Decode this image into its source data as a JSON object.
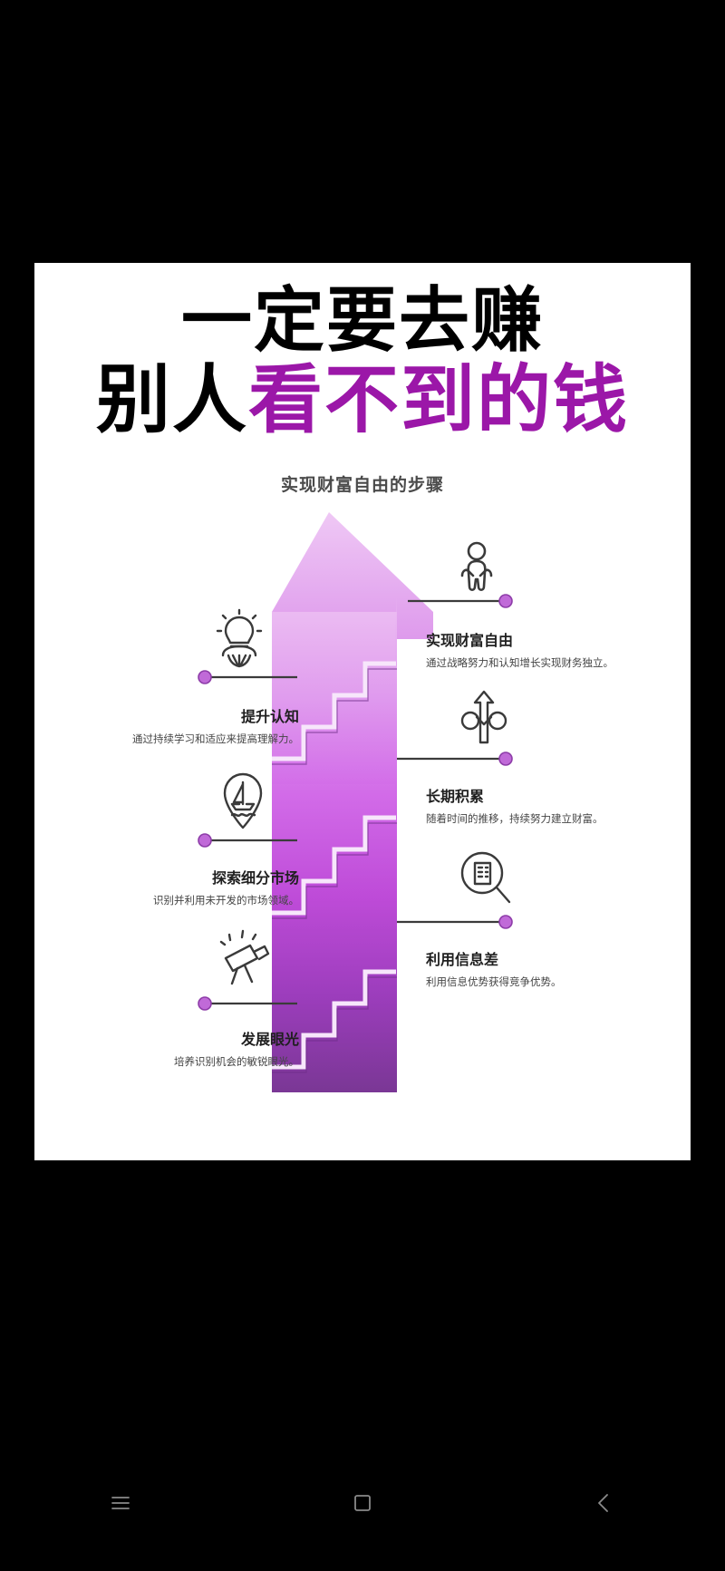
{
  "headline": {
    "line1": "一定要去赚",
    "line2_black": "别人",
    "line2_accent": "看不到的钱",
    "accent_color": "#9B17A8"
  },
  "subtitle": "实现财富自由的步骤",
  "steps": [
    {
      "id": "step-1",
      "side": "right",
      "icon": "person-celebrating-icon",
      "title": "实现财富自由",
      "desc": "通过战略努力和认知增长实现财务独立。"
    },
    {
      "id": "step-2",
      "side": "left",
      "icon": "lightbulb-brain-icon",
      "title": "提升认知",
      "desc": "通过持续学习和适应来提高理解力。"
    },
    {
      "id": "step-3",
      "side": "right",
      "icon": "sprout-growth-arrow-icon",
      "title": "长期积累",
      "desc": "随着时间的推移，持续努力建立财富。"
    },
    {
      "id": "step-4",
      "side": "left",
      "icon": "map-pin-sailboat-icon",
      "title": "探索细分市场",
      "desc": "识别并利用未开发的市场领域。"
    },
    {
      "id": "step-5",
      "side": "right",
      "icon": "magnifier-document-icon",
      "title": "利用信息差",
      "desc": "利用信息优势获得竞争优势。"
    },
    {
      "id": "step-6",
      "side": "left",
      "icon": "telescope-icon",
      "title": "发展眼光",
      "desc": "培养识别机会的敏锐眼光。"
    }
  ],
  "graphic": {
    "arrow_gradient_top": "#E9B6F0",
    "arrow_gradient_bottom": "#7B3A96",
    "stair_highlight": "#F6E2FA",
    "connector_dot_color": "#C06AD8",
    "connector_line_color": "#3b3b3b"
  },
  "navbar": {
    "menu_icon": "hamburger-menu-icon",
    "home_icon": "home-square-icon",
    "back_icon": "back-chevron-icon"
  }
}
